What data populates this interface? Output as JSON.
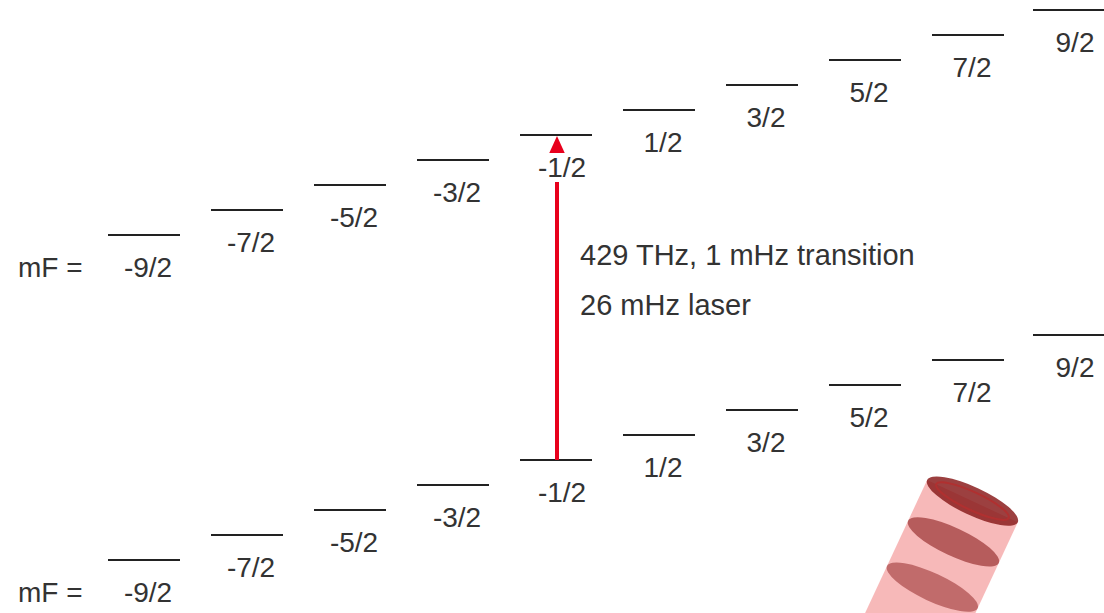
{
  "diagram": {
    "labels": [
      "mF =",
      "-9/2",
      "-7/2",
      "-5/2",
      "-3/2",
      "-1/2",
      "1/2",
      "3/2",
      "5/2",
      "7/2",
      "9/2",
      "429 THz, 1 mHz transition",
      "26 mHz laser",
      "mF =",
      "-9/2",
      "-7/2",
      "-5/2",
      "-3/2",
      "-1/2",
      "1/2",
      "3/2",
      "5/2",
      "7/2",
      "9/2"
    ]
  }
}
